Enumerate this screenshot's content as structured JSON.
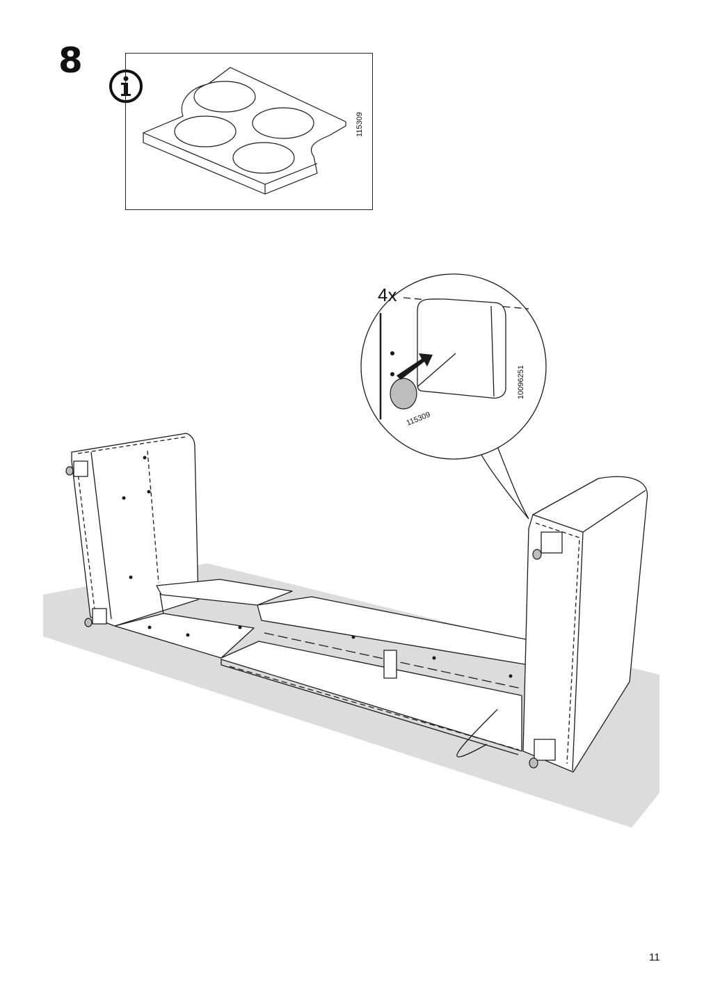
{
  "step": {
    "number": "8"
  },
  "info_panel": {
    "icon": "info-icon",
    "part_code": "115309"
  },
  "detail": {
    "quantity": "4x",
    "part_code_glide": "115309",
    "part_code_block": "10096251"
  },
  "page": {
    "number": "11"
  },
  "colors": {
    "floor": "#dcdcdc",
    "line": "#1a1a1a",
    "glide": "#bdbdbd"
  }
}
